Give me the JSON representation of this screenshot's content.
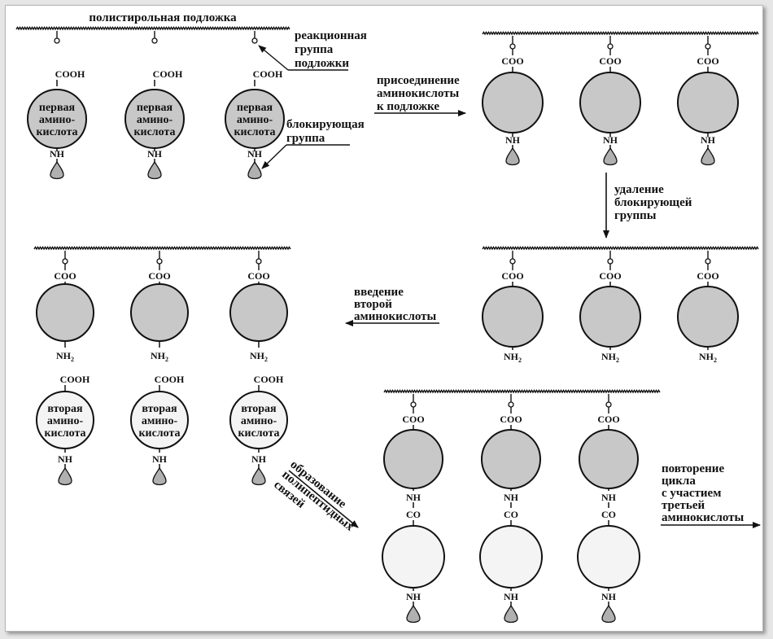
{
  "colors": {
    "first_acid_fill": "#c8c8c8",
    "second_acid_fill": "#f4f4f4",
    "stroke": "#111111",
    "blocking_group_fill": "#b0b0b0",
    "frame_background": "#e6e6e6"
  },
  "labels": {
    "support_title": "полистирольная подложка",
    "reaction_group": [
      "реакционная",
      "группа",
      "подложки"
    ],
    "blocking_group": [
      "блокирующая",
      "группа"
    ],
    "attach_step": [
      "присоединение",
      "аминокислоты",
      "к подложке"
    ],
    "deblock_step": [
      "удаление",
      "блокирующей",
      "группы"
    ],
    "second_intro_step": [
      "введение",
      "второй",
      "аминокислоты"
    ],
    "peptide_bond_step": [
      "образование",
      "полипептидных",
      "связей"
    ],
    "repeat_step": [
      "повторение",
      "цикла",
      "с участием",
      "третьей",
      "аминокислоты"
    ]
  },
  "amino_acids": {
    "first": [
      "первая",
      "амино-",
      "кислота"
    ],
    "second": [
      "вторая",
      "амино-",
      "кислота"
    ]
  },
  "groups": {
    "cooh": "COOH",
    "coo": "COO",
    "nh": "NH",
    "nh2": "NH",
    "nh2_subscript": "2",
    "co": "CO"
  }
}
